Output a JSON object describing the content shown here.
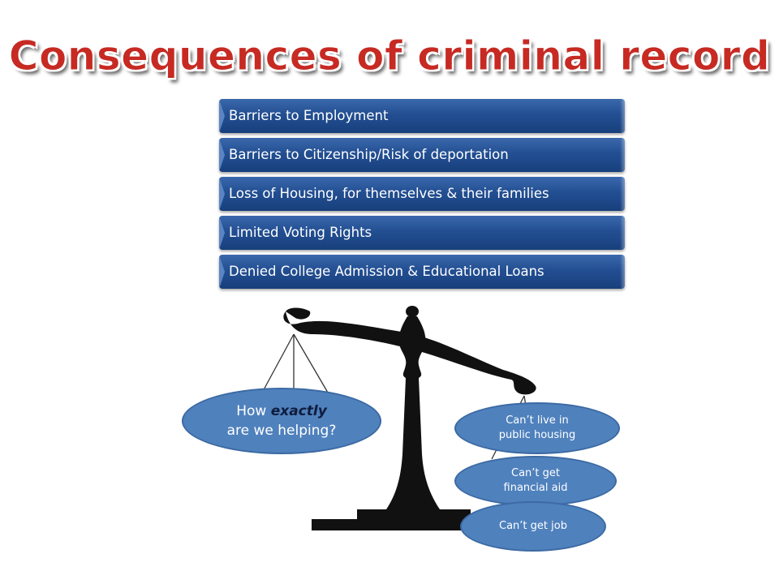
{
  "title": "Consequences of criminal record",
  "bars": [
    "Barriers to Employment",
    "Barriers to Citizenship/Risk of deportation",
    "Loss of Housing, for themselves & their families",
    "Limited Voting Rights",
    "Denied College Admission & Educational Loans"
  ],
  "left_bubble": {
    "prefix": "How ",
    "emphasis": "exactly",
    "line2": "are we helping?"
  },
  "right_bubbles": {
    "public_housing": [
      "Can’t live in",
      "public housing"
    ],
    "financial_aid": [
      "Can’t get",
      "financial aid"
    ],
    "job": "Can’t get job"
  },
  "colors": {
    "title": "#c62a22",
    "bar": "#234f92",
    "bubble": "#4f81bd",
    "scale": "#111111"
  }
}
